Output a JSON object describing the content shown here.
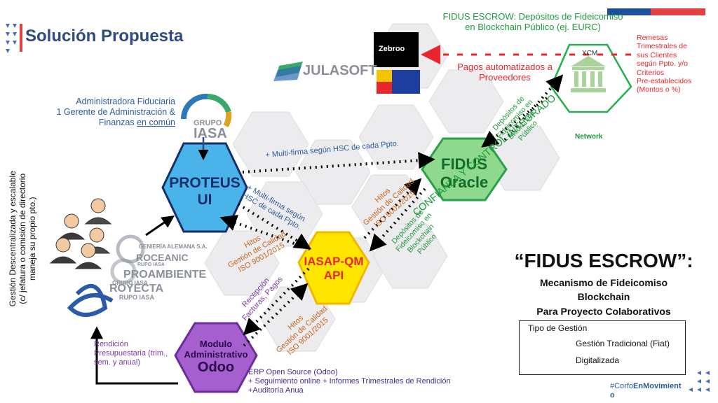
{
  "slide": {
    "title": "Solución Propuesta",
    "hashtag_prefix": "#Corfo",
    "hashtag_bold": "EnMovimient",
    "hashtag_tail": "o"
  },
  "top_right": {
    "title_line1": "FIDUS ESCROW: Depósitos de  Fideicomiso",
    "title_line2": "en Blockchain Público (ej. EURC)",
    "remesas_lines": [
      "Remesas",
      "Trimestrales de",
      "sus Clientes",
      "según Ppto. y/o",
      "Criterios",
      "Pre-establecidos",
      "(Montos o %)"
    ],
    "pagos_line1": "Pagos automatizados a",
    "pagos_line2": "Proveedores",
    "network": "Network",
    "xcm": "XCM"
  },
  "logos": {
    "julasoft": "JULASOFT",
    "zebroo": "Zebroo",
    "grupo": "GRUPO",
    "iasa": "IASA",
    "ingenieria": "GENIERÍA ALEMANA S.A.",
    "oceanic": "ROCEANIC",
    "oceanic_sub": "RUPO IASA",
    "proambiente": "PROAMBIENTE",
    "proambiente_sub": "GRUPO IASA",
    "proyecta": "ROYECTA",
    "proyecta_sub": "RUPO IASA"
  },
  "admin": {
    "line1": "Administradora Fiduciaria",
    "line2": "1 Gerente de Administración &",
    "line3_prefix": "Finanzas ",
    "line3_underlined": "en común"
  },
  "left_vertical": {
    "line1": "Gestión Descentralizada y escalable",
    "line2": "(c/ jefatura o comisión de directorio",
    "line3": "maneja su propio pto.)"
  },
  "hexes": {
    "proteus_line1": "PROTEUS",
    "proteus_line2": "UI",
    "fidus_line1": "FIDUS",
    "fidus_line2": "Oracle",
    "iasap_line1": "IASAP-QM",
    "iasap_line2": "API",
    "modulo_line1": "Modulo",
    "modulo_line2": "Administrativo",
    "modulo_line3": "Odoo"
  },
  "edge_labels": {
    "multifirma_top": "+ Multi-firma según HSC de cada Ppto.",
    "multifirma_diag_1": "+ Multi-firma según",
    "multifirma_diag_2": "HSC de cada Ppto.",
    "hitos_a": [
      "Hitos",
      "Gestión de Calidad",
      "ISO 9001/2015"
    ],
    "hitos_b": [
      "Hitos",
      "Gestión de Calidad",
      "ISO 9001/2015"
    ],
    "hitos_c": [
      "Hitos",
      "Gestión de Calidad",
      "ISO 9001/2015"
    ],
    "depositos_a": [
      "Depósitos de",
      "Fideicomiso en",
      "Blockchain",
      "Público"
    ],
    "depositos_b": [
      "Depósitos de",
      "Fideicomiso en",
      "Blockchain",
      "Público"
    ],
    "recepcion": [
      "Recepción",
      "Facturas, Pagos"
    ],
    "confianza": "CONFIANZA Y CONTROL INTEGRADO",
    "rendicion": [
      "Rendición",
      "Presupuestaria (trim.,",
      "sem. y anual)"
    ],
    "erp_lines": [
      "ERP Open Source (Odoo)",
      "+ Seguimiento online + Informes Trimestrales de Rendición",
      "+Auditoría Anua"
    ]
  },
  "escrow": {
    "heading": "“FIDUS ESCROW”:",
    "sub1": "Mecanismo de Fideicomiso",
    "sub2": "Blockchain",
    "sub3": "Para Proyecto Colaborativos"
  },
  "legend": {
    "title": "Tipo de Gestión",
    "solid": "Gestión Tradicional (Fiat)",
    "dotted": "Digitalizada"
  },
  "colors": {
    "proteus": "#4ab4ea",
    "fidus": "#8fd98f",
    "iasap": "#ffe600",
    "modulo": "#a55fcf",
    "red": "#e8262c",
    "green": "#1e9a3a",
    "title_blue": "#2e4a82"
  }
}
